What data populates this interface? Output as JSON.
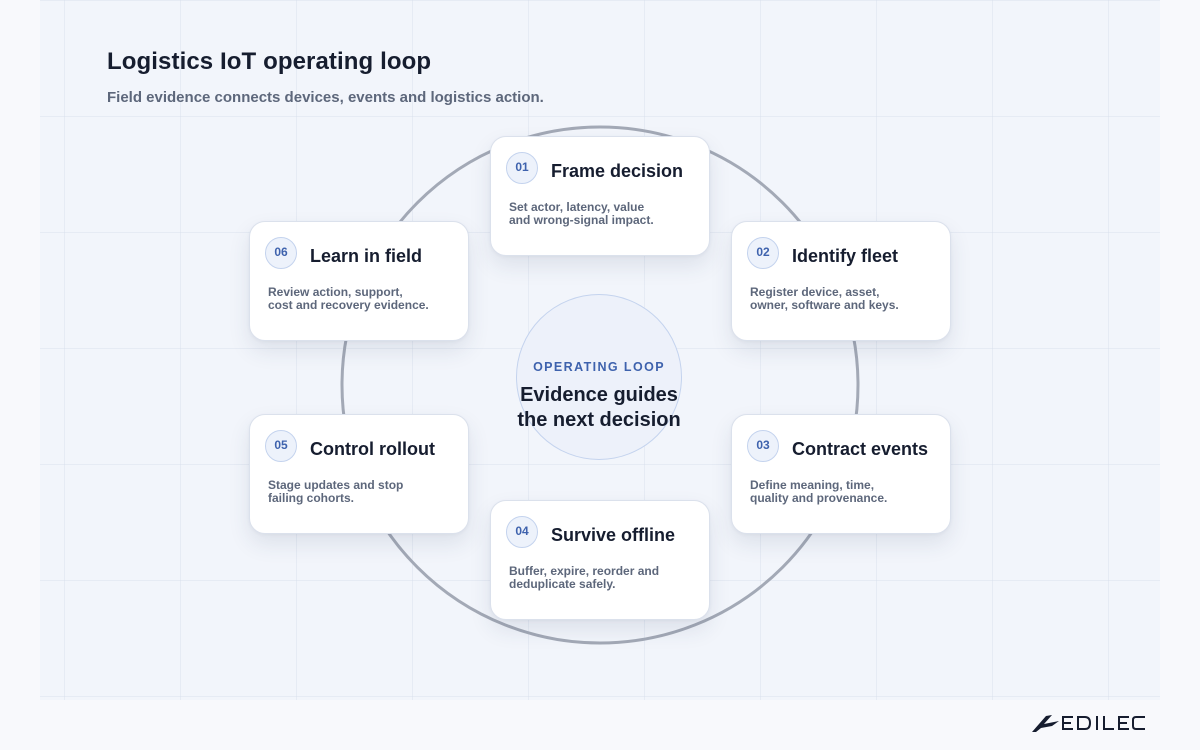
{
  "header": {
    "title": "Logistics IoT operating loop",
    "subtitle": "Field evidence connects devices, events and logistics action."
  },
  "center": {
    "eyebrow": "OPERATING LOOP",
    "text": "Evidence guides\nthe next decision"
  },
  "steps": [
    {
      "number": "01",
      "title": "Frame decision",
      "description": "Set actor, latency, value\nand wrong-signal impact."
    },
    {
      "number": "02",
      "title": "Identify fleet",
      "description": "Register device, asset,\nowner, software and keys."
    },
    {
      "number": "03",
      "title": "Contract events",
      "description": "Define meaning, time,\nquality and provenance."
    },
    {
      "number": "04",
      "title": "Survive offline",
      "description": "Buffer, expire, reorder and\ndeduplicate safely."
    },
    {
      "number": "05",
      "title": "Control rollout",
      "description": "Stage updates and stop\nfailing cohorts."
    },
    {
      "number": "06",
      "title": "Learn in field",
      "description": "Review action, support,\ncost and recovery evidence."
    }
  ],
  "brand": {
    "logo_text": "EDILEC"
  },
  "colors": {
    "accent": "#3e62ad",
    "ring": "#a3a9b6",
    "text": "#161d2f",
    "muted": "#5d677b"
  }
}
